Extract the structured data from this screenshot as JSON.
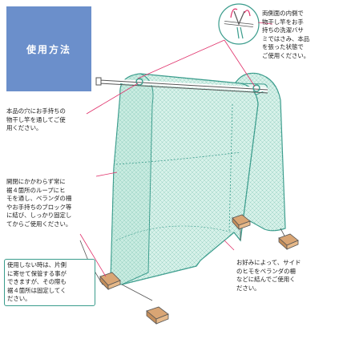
{
  "title": "使用方法",
  "notes": {
    "top_right": "両側面の内側で\n物干し竿をお手\n持ちの洗濯バサ\nミではさみ、本品\nを張った状態で\nご使用ください。",
    "left_1": "本品の穴にお手持ちの\n物干し竿を通してご使\n用ください。",
    "left_2": "開閉にかかわらず常に\n裾４箇所のループにヒ\nモを通し、ベランダの柵\nやお手持ちのブロック等\nに結び、しっかり固定し\nてからご使用ください。",
    "left_3_boxed": "使用しない時は、片側\nに寄せて保管する事が\nできますが、その際も\n裾４箇所は固定してく\nださい。",
    "right": "お好みによって、サイド\nのヒモをベランダの柵\nなどに結んでご使用く\nださい。"
  },
  "colors": {
    "title_bg": "#6b8fcb",
    "net_fill": "#d8f2ea",
    "net_line": "#3a9c8c",
    "leader_line": "#e0306a",
    "block": "#d9a574"
  }
}
